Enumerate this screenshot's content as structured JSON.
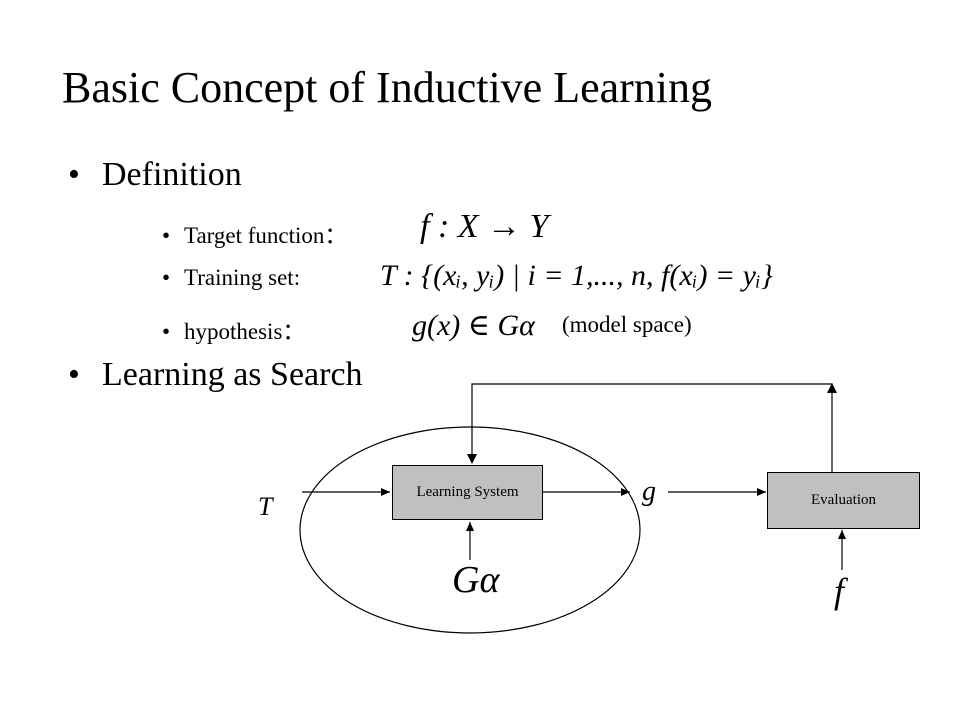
{
  "title": "Basic Concept of Inductive Learning",
  "definition": {
    "heading": "Definition",
    "target_function_label": "Target function：",
    "target_function_math": "f : X → Y",
    "training_set_label": "Training set:",
    "training_set_math": "T : {(xᵢ, yᵢ) | i = 1,..., n, f(xᵢ) = yᵢ}",
    "hypothesis_label": "hypothesis：",
    "hypothesis_math": "g(x) ∈ Gα",
    "hypothesis_note": "(model space)"
  },
  "search": {
    "heading": "Learning as Search"
  },
  "diagram": {
    "input_label": "T",
    "learning_system_label": "Learning System",
    "output_label": "g",
    "model_space_label": "Gα",
    "evaluation_label": "Evaluation",
    "evaluation_input_label": "f"
  }
}
